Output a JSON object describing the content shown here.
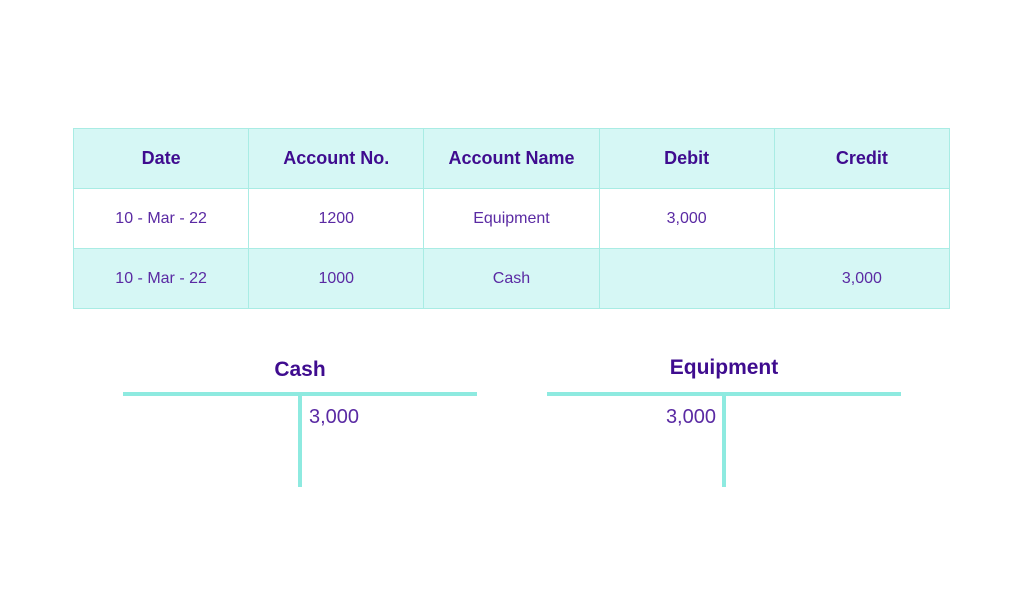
{
  "journal": {
    "headers": [
      "Date",
      "Account No.",
      "Account Name",
      "Debit",
      "Credit"
    ],
    "rows": [
      {
        "date": "10 - Mar - 22",
        "account_no": "1200",
        "account_name": "Equipment",
        "debit": "3,000",
        "credit": ""
      },
      {
        "date": "10 - Mar - 22",
        "account_no": "1000",
        "account_name": "Cash",
        "debit": "",
        "credit": "3,000"
      }
    ]
  },
  "t_accounts": [
    {
      "title": "Cash",
      "debit": "",
      "credit": "3,000"
    },
    {
      "title": "Equipment",
      "debit": "3,000",
      "credit": ""
    }
  ],
  "colors": {
    "header_bg": "#d6f7f5",
    "border": "#a9ece4",
    "heading_text": "#3f0c8f",
    "body_text": "#5a2aa3",
    "t_line": "#8eeae0"
  }
}
